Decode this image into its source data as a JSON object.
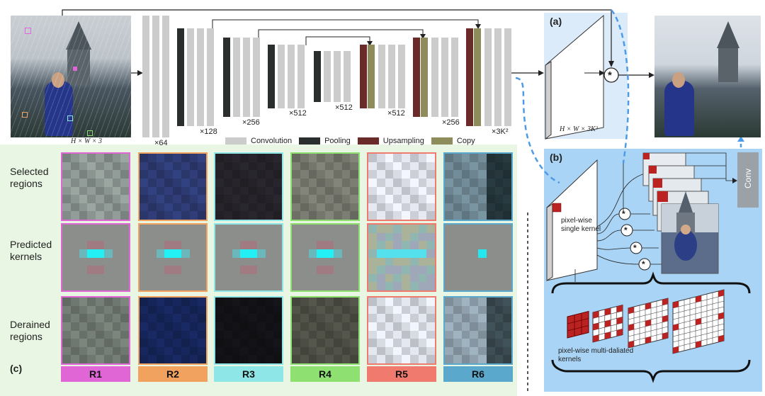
{
  "panel_labels": {
    "a": "(a)",
    "b": "(b)",
    "c": "(c)"
  },
  "input_dims": "H × W × 3",
  "layer_labels": {
    "c64": "×64",
    "c128": "×128",
    "c256a": "×256",
    "c512a": "×512",
    "c512b": "×512",
    "c512c": "×512",
    "c256b": "×256",
    "c3k": "×3K²"
  },
  "legend": [
    {
      "label": "Convolution",
      "color": "#cccccc"
    },
    {
      "label": "Pooling",
      "color": "#2a2e2e"
    },
    {
      "label": "Upsampling",
      "color": "#6a2a2a"
    },
    {
      "label": "Copy",
      "color": "#8f8c5c"
    }
  ],
  "kernel_dims": "H × W × 3K²",
  "conv_label": "Conv",
  "single_kernel_label": "pixel-wise single kernel",
  "multi_kernel_label": "pixel-wise multi-daliated kernels",
  "star_symbol": "*",
  "row_labels": {
    "selected": "Selected regions",
    "predicted": "Predicted kernels",
    "derained": "Derained regions"
  },
  "regions": [
    {
      "tag": "R1",
      "color": "#e066d6"
    },
    {
      "tag": "R2",
      "color": "#f0a25e"
    },
    {
      "tag": "R3",
      "color": "#8ee6e6"
    },
    {
      "tag": "R4",
      "color": "#8ee070"
    },
    {
      "tag": "R5",
      "color": "#f07a6e"
    },
    {
      "tag": "R6",
      "color": "#5aa8cc"
    }
  ]
}
